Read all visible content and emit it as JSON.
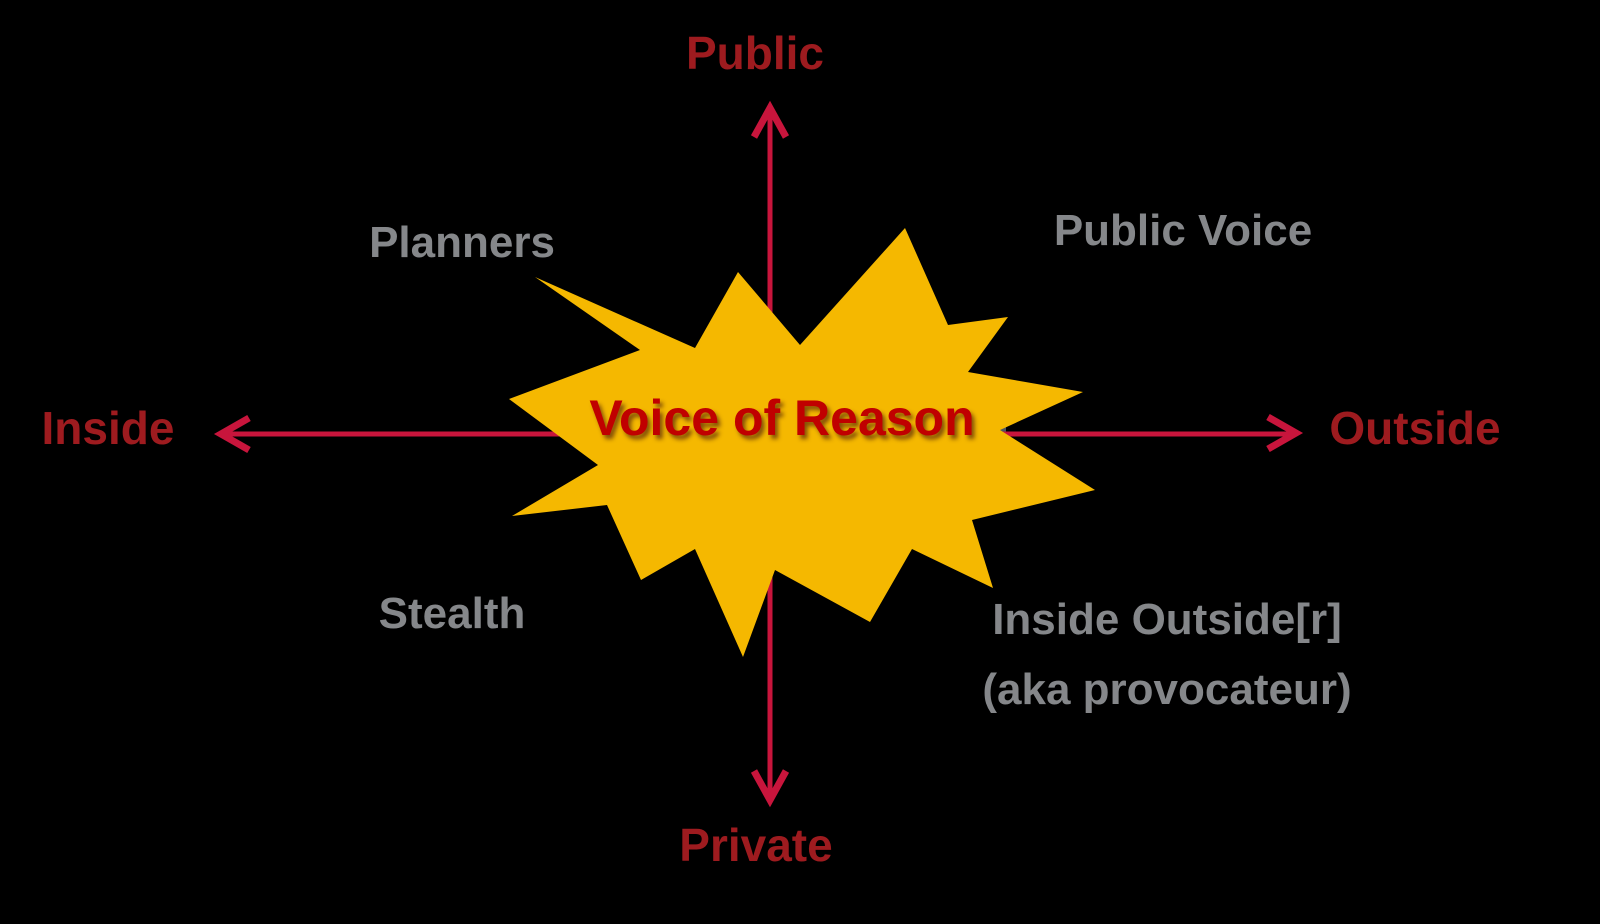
{
  "colors": {
    "background": "#000000",
    "axis_label": "#9E1B1F",
    "arrow": "#C8153C",
    "quadrant_label": "#85878A",
    "star_fill": "#F5B800",
    "center_text": "#C00000",
    "artifact_gray": "#4E5560"
  },
  "diagram": {
    "axes": {
      "vertical": {
        "top_label": "Public",
        "bottom_label": "Private"
      },
      "horizontal": {
        "left_label": "Inside",
        "right_label": "Outside"
      }
    },
    "quadrants": {
      "top_left": "Planners",
      "top_right": "Public Voice",
      "bottom_left": "Stealth",
      "bottom_right": {
        "line1": "Inside Outside[r]",
        "line2": "(aka provocateur)"
      }
    },
    "center": {
      "label": "Voice of Reason"
    }
  }
}
